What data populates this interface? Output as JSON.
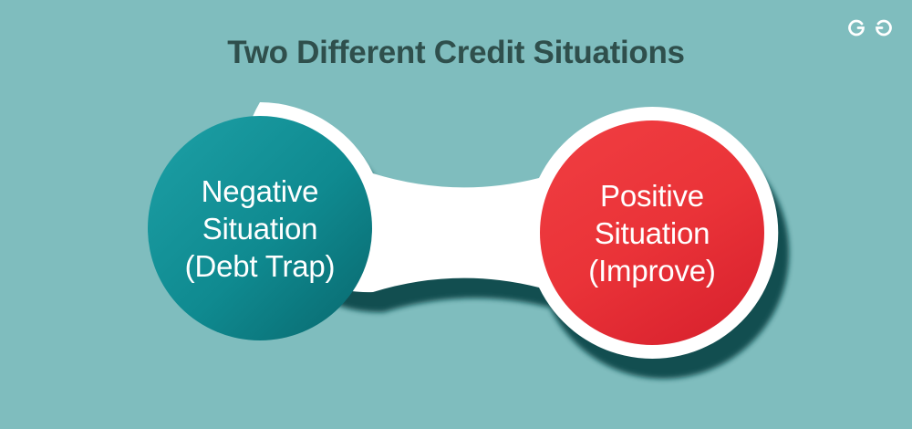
{
  "page": {
    "background_color": "#7FBDBE",
    "title": "Two Different Credit Situations",
    "title_color": "#2F4F4C"
  },
  "logo": {
    "name": "geeksforgeeks-logo",
    "alt": "GeeksforGeeks",
    "color": "#FFFFFF"
  },
  "diagram": {
    "type": "two-node-dumbbell",
    "connector_color": "#FFFFFF",
    "shadow_color": "#0A484C",
    "nodes": [
      {
        "id": "negative",
        "lines": [
          "Negative",
          "Situation",
          "(Debt Trap)"
        ],
        "fill_from": "#1A9AA0",
        "fill_to": "#0A6A70",
        "text_color": "#FFFFFF",
        "ring_color": "#FFFFFF"
      },
      {
        "id": "positive",
        "lines": [
          "Positive",
          "Situation",
          "(Improve)"
        ],
        "fill_from": "#EF3A3E",
        "fill_to": "#DE2630",
        "text_color": "#FFFFFF",
        "ring_color": "#FFFFFF"
      }
    ]
  }
}
